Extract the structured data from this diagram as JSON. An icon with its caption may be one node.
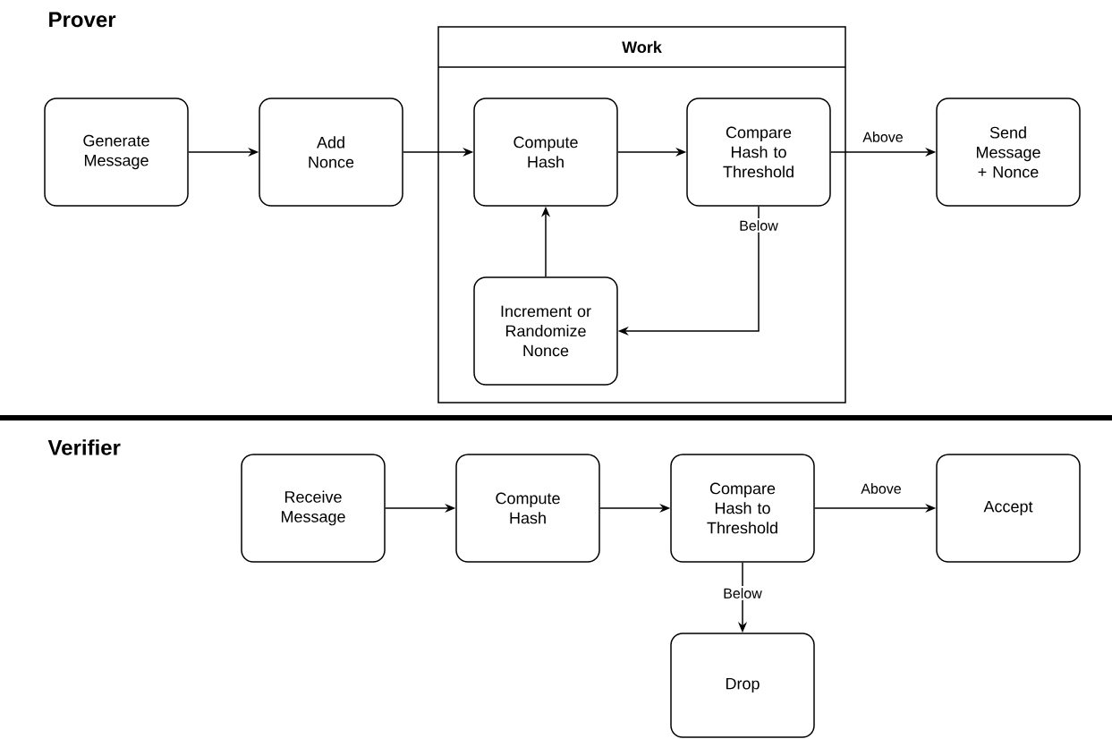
{
  "diagram": {
    "nodes": [
      {
        "text": [
          "Work"
        ]
      },
      {
        "text": [
          "Generate Message"
        ]
      },
      {
        "text": [
          "Add Nonce"
        ]
      },
      {
        "text": [
          "Compute Hash"
        ],
        "in": 0
      },
      {
        "text": [
          "Compare Hash to Threshold"
        ],
        "in": 0
      },
      {
        "text": [
          "Send Message + Nonce"
        ]
      },
      {
        "text": [
          "Increment or Randomize Nonce"
        ],
        "in": 0
      },
      {
        "text": [
          "Receive Message"
        ]
      },
      {
        "text": [
          "Compute Hash"
        ]
      },
      {
        "text": [
          "Compare Hash to Threshold"
        ]
      },
      {
        "text": [
          "Accept"
        ]
      },
      {
        "text": [
          "Drop"
        ]
      }
    ],
    "edges": [
      {
        "from": 1,
        "to": 2,
        "arrow": "to"
      },
      {
        "from": 2,
        "to": 3,
        "arrow": "to"
      },
      {
        "from": 3,
        "to": 4,
        "arrow": "to"
      },
      {
        "from": 4,
        "to": 5,
        "arrow": "to",
        "label": "Above"
      },
      {
        "from": 4,
        "to": 6,
        "arrow": "to",
        "label": "Below"
      },
      {
        "from": 6,
        "to": 3,
        "arrow": "to"
      },
      {
        "from": 7,
        "to": 8,
        "arrow": "to"
      },
      {
        "from": 8,
        "to": 9,
        "arrow": "to"
      },
      {
        "from": 9,
        "to": 10,
        "arrow": "to",
        "label": "Above"
      },
      {
        "from": 9,
        "to": 11,
        "arrow": "to",
        "label": "Below"
      }
    ],
    "labels": [
      "Prover",
      "Verifier"
    ]
  }
}
